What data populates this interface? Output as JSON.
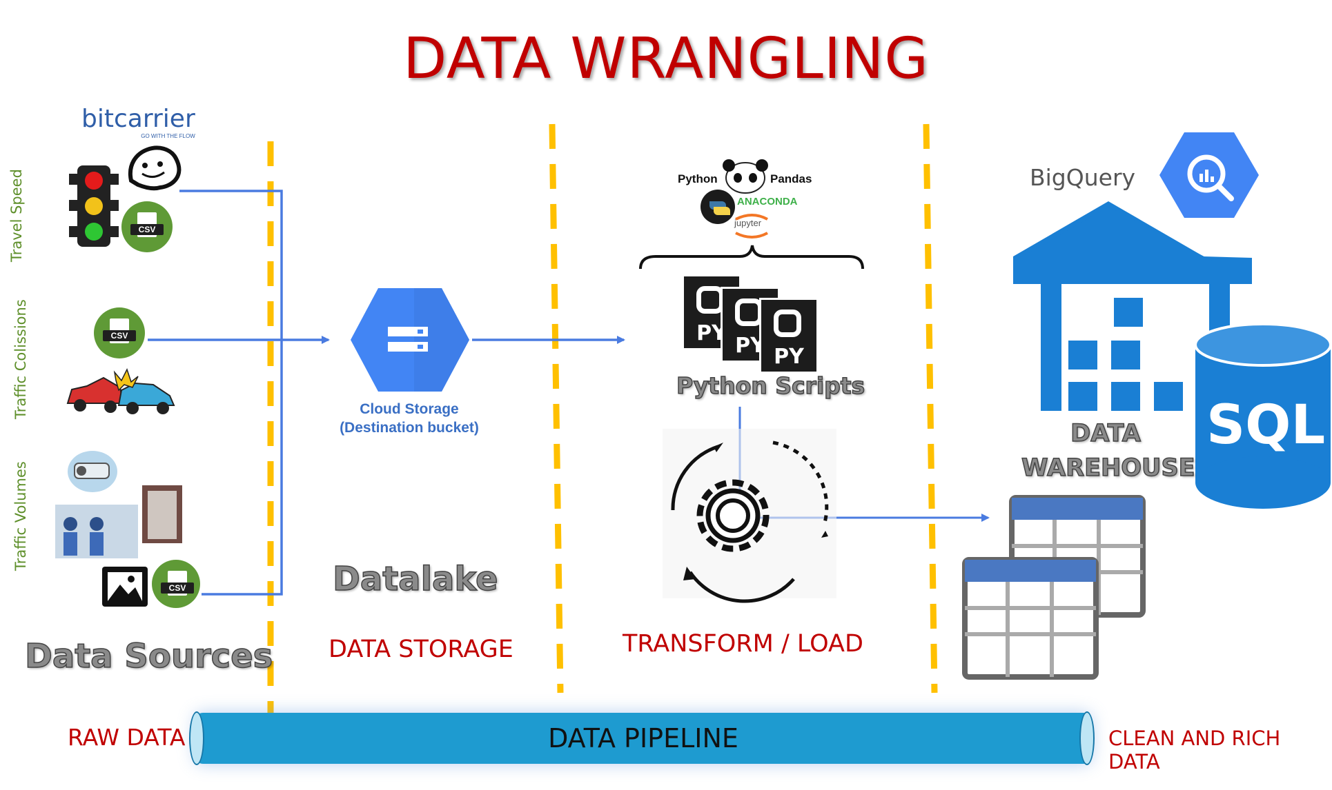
{
  "title": "DATA WRANGLING",
  "sections": {
    "sources_label": "Data Sources",
    "storage_label": "DATA STORAGE",
    "transform_label": "TRANSFORM / LOAD"
  },
  "sources": {
    "brand": "bitcarrier",
    "brand_tagline": "GO WITH THE FLOW",
    "travel_speed": "Travel Speed",
    "traffic_collisions": "Traffic Colissions",
    "traffic_volumes": "Traffic Volumes",
    "csv_badge": "CSV"
  },
  "storage": {
    "cloud_line1": "Cloud Storage",
    "cloud_line2": "(Destination bucket)",
    "datalake": "Datalake"
  },
  "transform": {
    "python": "Python",
    "pandas": "Pandas",
    "anaconda": "ANACONDA",
    "jupyter": "jupyter",
    "py_badge": "PY",
    "scripts": "Python Scripts"
  },
  "warehouse": {
    "bigquery": "BigQuery",
    "dw_line1": "DATA",
    "dw_line2": "WAREHOUSE",
    "sql": "SQL"
  },
  "pipeline": {
    "raw": "RAW DATA",
    "label": "DATA PIPELINE",
    "clean": "CLEAN AND RICH DATA"
  },
  "colors": {
    "title_red": "#c00000",
    "google_blue": "#4285f4",
    "azure_blue": "#1a7fd4",
    "csv_green": "#5f9a36",
    "pipe_blue": "#1e9bd0",
    "divider_yellow": "#ffc000",
    "label_green": "#5e8f2a"
  },
  "icons": [
    "traffic-light-icon",
    "waze-icon",
    "csv-icon",
    "car-crash-icon",
    "camera-icon",
    "image-icon",
    "cloud-storage-icon",
    "python-file-icon",
    "gear-cycle-icon",
    "bigquery-icon",
    "warehouse-icon",
    "sql-database-icon",
    "table-icon"
  ]
}
